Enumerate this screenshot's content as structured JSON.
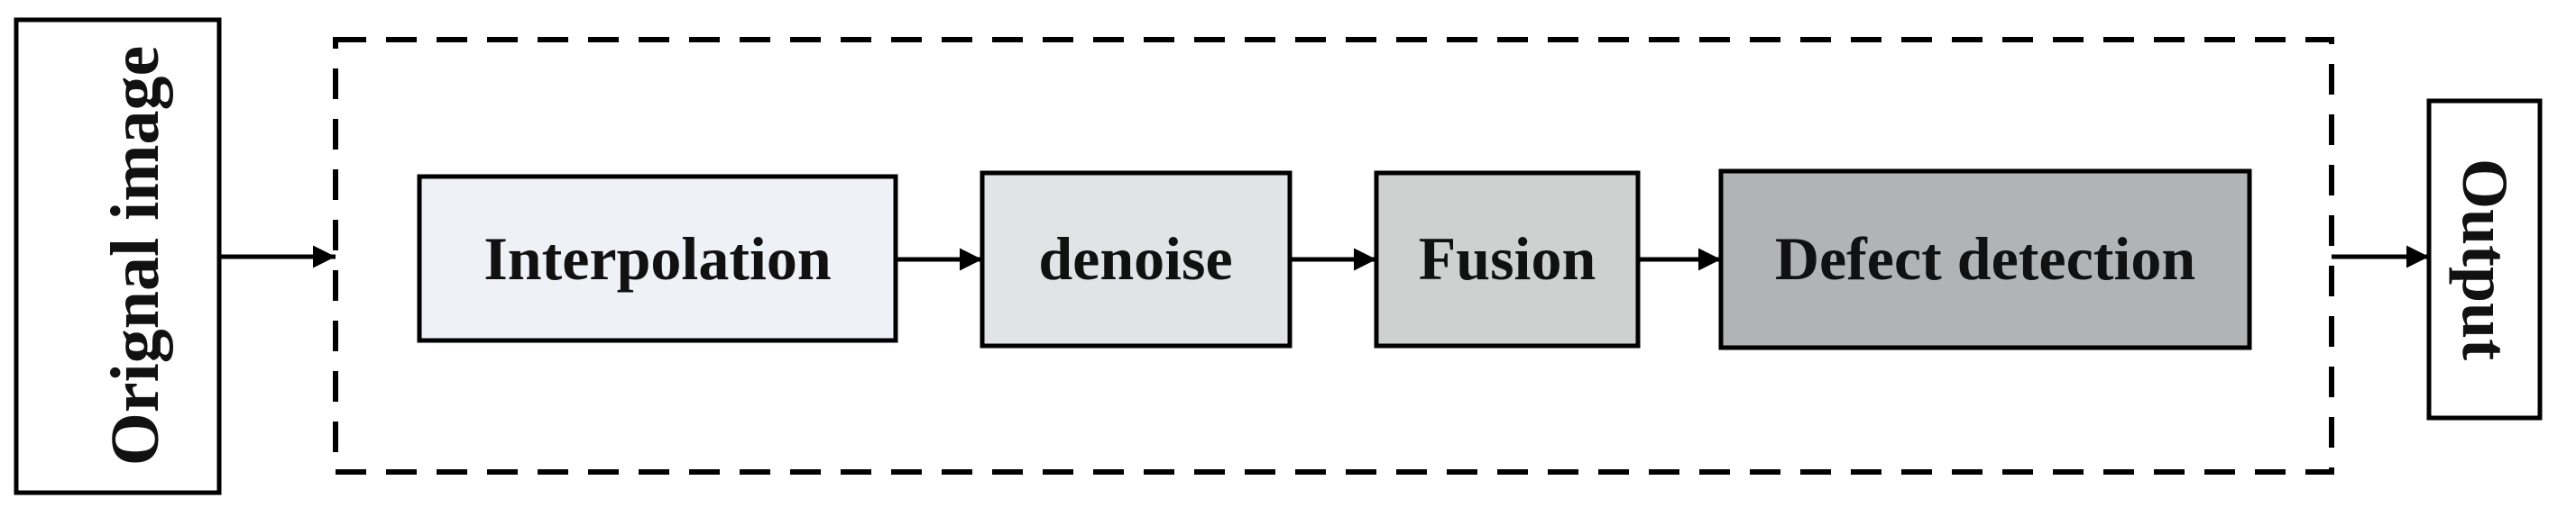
{
  "input": {
    "label": "Orignal image"
  },
  "pipeline": {
    "steps": [
      {
        "label": "Interpolation",
        "fill": "#eef1f6"
      },
      {
        "label": "denoise",
        "fill": "#e1e3e6"
      },
      {
        "label": "Fusion",
        "fill": "#cfd0d0"
      },
      {
        "label": "Defect detection",
        "fill": "#b1b3b5"
      }
    ]
  },
  "output": {
    "label": "Output"
  }
}
